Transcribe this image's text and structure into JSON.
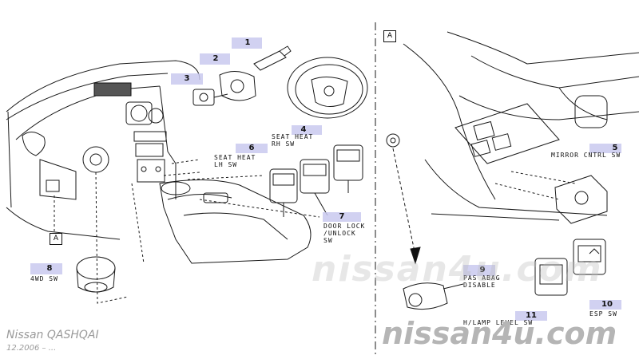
{
  "parts": [
    {
      "number": "1"
    },
    {
      "number": "2"
    },
    {
      "number": "3"
    },
    {
      "number": "4",
      "label": "SEAT HEAT\nRH SW"
    },
    {
      "number": "5",
      "label": "MIRROR CNTRL SW"
    },
    {
      "number": "6",
      "label": "SEAT HEAT\nLH SW"
    },
    {
      "number": "7",
      "label": "DOOR LOCK\n/UNLOCK\nSW"
    },
    {
      "number": "8",
      "label": "4WD SW"
    },
    {
      "number": "9",
      "label": "PAS ABAG\nDISABLE"
    },
    {
      "number": "10",
      "label": "ESP SW"
    },
    {
      "number": "11",
      "label": "H/LAMP LEVEL SW"
    }
  ],
  "view_markers": {
    "a_top": "A",
    "a_left": "A"
  },
  "watermark": {
    "center": "nissan4u.com",
    "bottom_right": "nissan4u.com"
  },
  "footer": {
    "model": "Nissan QASHQAI",
    "date": "12.2006 – ..."
  }
}
